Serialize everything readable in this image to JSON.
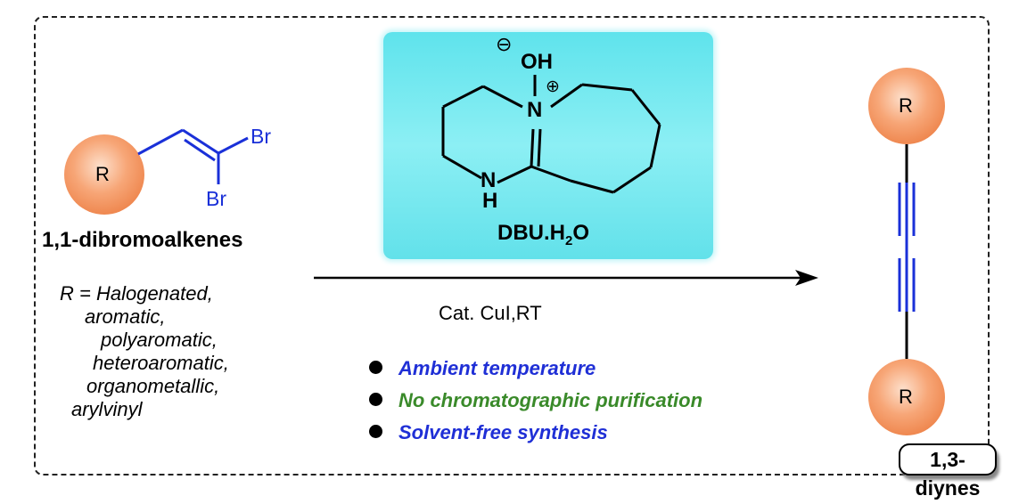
{
  "reactant": {
    "r_label": "R",
    "substituent_top": "Br",
    "substituent_bottom": "Br",
    "name": "1,1-dibromoalkenes",
    "r_definition": [
      "R = Halogenated,",
      "aromatic,",
      "polyaromatic,",
      "heteroaromatic,",
      "organometallic,",
      "arylvinyl"
    ]
  },
  "catalyst": {
    "oxide_charge": "⊖",
    "oxide": "OH",
    "cation_charge": "⊕",
    "n_plus": "N",
    "nh": "N",
    "h": "H",
    "name_main": "DBU.H",
    "name_sub": "2",
    "name_end": "O",
    "colors": {
      "box": "#6ee6ee"
    }
  },
  "conditions": "Cat. CuI,RT",
  "features": [
    {
      "text": "Ambient temperature",
      "color": "#1f2fd6"
    },
    {
      "text": "No chromatographic purification",
      "color": "#3a8a2a"
    },
    {
      "text": "Solvent-free synthesis",
      "color": "#1f2fd6"
    }
  ],
  "product": {
    "r_top": "R",
    "r_bottom": "R",
    "name": "1,3-diynes",
    "colors": {
      "sphere": "#f59a6a",
      "bond": "#1a30d8"
    }
  }
}
